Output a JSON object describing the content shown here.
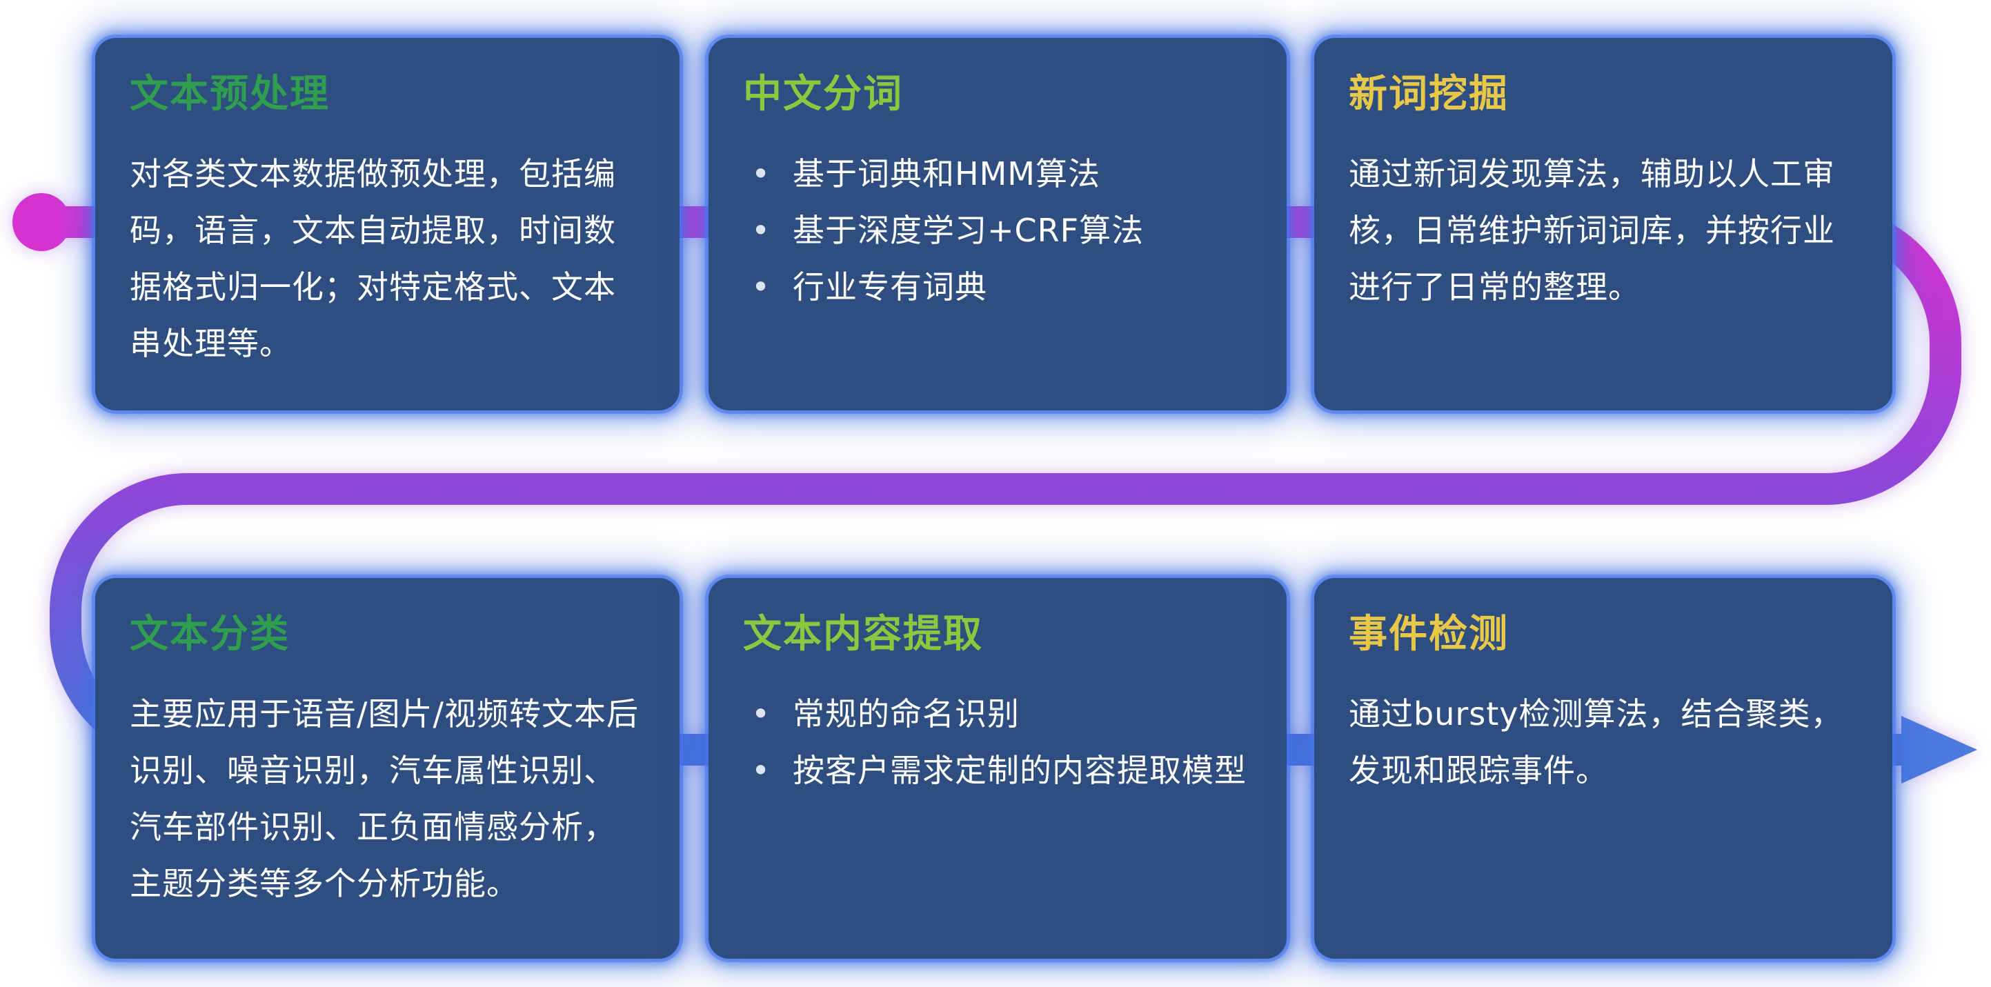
{
  "diagram": {
    "name": "NLP text processing pipeline",
    "colors": {
      "card_background": "#2e4d80",
      "card_glow": "#3f6fe0",
      "body_text": "#ffffff",
      "title_green_dark": "#2f9e4f",
      "title_green_light": "#8dc63f",
      "title_yellow": "#e9c848",
      "flow_start_magenta": "#d633d1",
      "flow_mid_purple": "#8f46d9",
      "flow_end_blue": "#4b74da"
    }
  },
  "cards": [
    {
      "title": "文本预处理",
      "body": "对各类文本数据做预处理，包括编码，语言，文本自动提取，时间数据格式归一化；对特定格式、文本串处理等。"
    },
    {
      "title": "中文分词",
      "bullets": [
        "基于词典和HMM算法",
        "基于深度学习+CRF算法",
        "行业专有词典"
      ]
    },
    {
      "title": "新词挖掘",
      "body": "通过新词发现算法，辅助以人工审核，日常维护新词词库，并按行业进行了日常的整理。"
    },
    {
      "title": "文本分类",
      "body": "主要应用于语音/图片/视频转文本后识别、噪音识别，汽车属性识别、汽车部件识别、正负面情感分析，主题分类等多个分析功能。"
    },
    {
      "title": "文本内容提取",
      "bullets": [
        "常规的命名识别",
        "按客户需求定制的内容提取模型"
      ]
    },
    {
      "title": "事件检测",
      "body": "通过bursty检测算法，结合聚类，发现和跟踪事件。"
    }
  ]
}
